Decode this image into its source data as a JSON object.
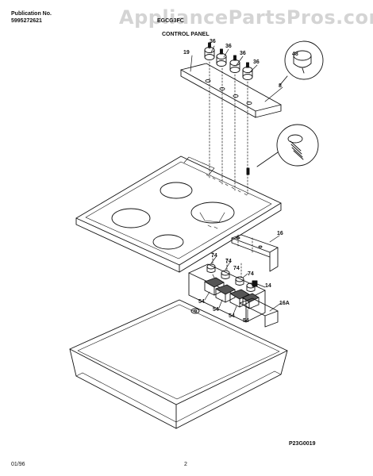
{
  "header": {
    "publication_label": "Publication No.",
    "publication_number": "5995272621",
    "model": "EGCG3FC",
    "section": "CONTROL PANEL"
  },
  "watermark": "AppliancePartsPros.com",
  "callouts": {
    "c19": "19",
    "c36a": "36",
    "c36b": "36",
    "c36c": "36",
    "c36d": "36",
    "c48": "48",
    "c8": "8",
    "c16": "16",
    "c74a": "74",
    "c74b": "74",
    "c74c": "74",
    "c74d": "74",
    "c14": "14",
    "c54a": "54",
    "c54b": "54",
    "c54c": "54",
    "c54d": "54",
    "c16A": "16A"
  },
  "figure_code": "P23G0019",
  "footer": {
    "date": "01/96",
    "page": "2"
  }
}
